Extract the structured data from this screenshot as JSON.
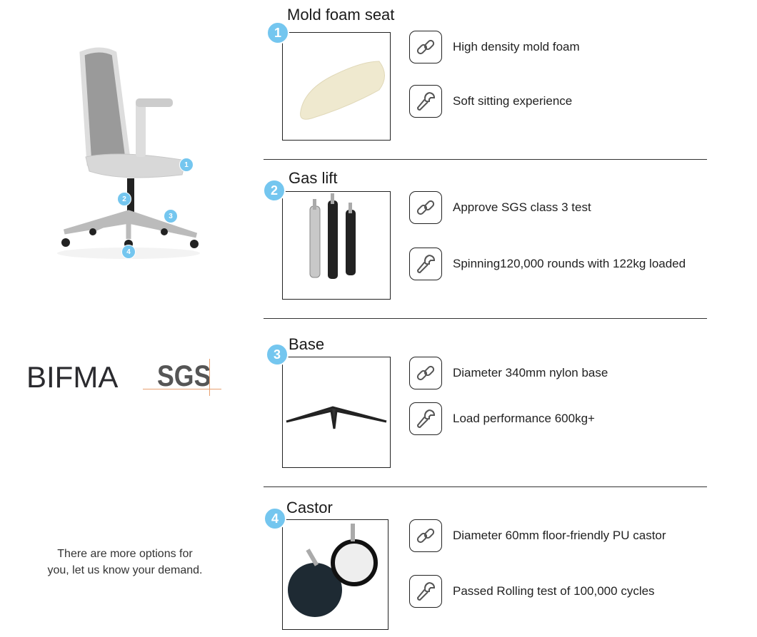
{
  "sections": [
    {
      "number": "1",
      "title": "Mold foam seat",
      "features": [
        {
          "icon": "chain-link-icon",
          "text": "High density mold foam"
        },
        {
          "icon": "wrench-icon",
          "text": "Soft sitting experience"
        }
      ]
    },
    {
      "number": "2",
      "title": "Gas lift",
      "features": [
        {
          "icon": "chain-link-icon",
          "text": "Approve SGS class 3 test"
        },
        {
          "icon": "wrench-icon",
          "text": "Spinning120,000 rounds with 122kg loaded"
        }
      ]
    },
    {
      "number": "3",
      "title": "Base",
      "features": [
        {
          "icon": "chain-link-icon",
          "text": "Diameter 340mm nylon base"
        },
        {
          "icon": "wrench-icon",
          "text": "Load performance 600kg+"
        }
      ]
    },
    {
      "number": "4",
      "title": "Castor",
      "features": [
        {
          "icon": "chain-link-icon",
          "text": "Diameter 60mm floor-friendly PU castor"
        },
        {
          "icon": "wrench-icon",
          "text": "Passed Rolling test of 100,000 cycles"
        }
      ]
    }
  ],
  "certifications": {
    "bifma": "BIFMA",
    "sgs": "SGS"
  },
  "note": {
    "line1": "There are more options for",
    "line2": "you, let us know your demand."
  },
  "chart_markers": [
    "1",
    "2",
    "3",
    "4"
  ],
  "colors": {
    "badge": "#74c6ef"
  }
}
